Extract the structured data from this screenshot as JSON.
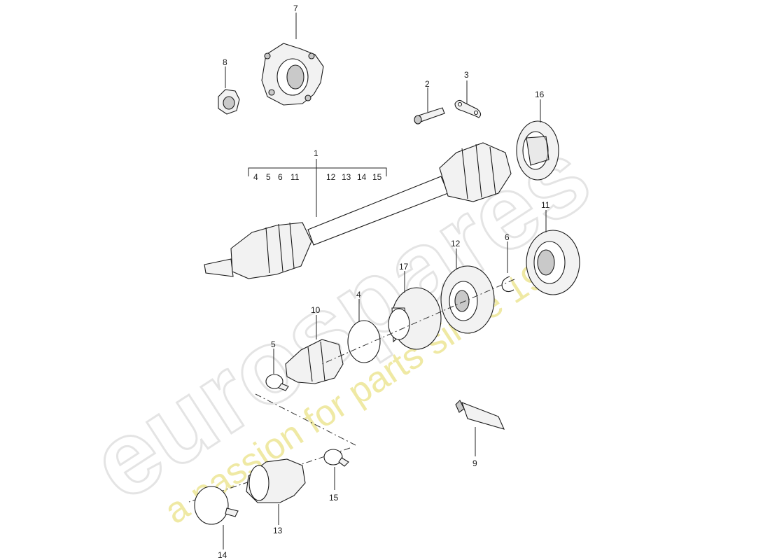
{
  "watermark": {
    "brand": "eurospares",
    "tagline": "a passion for parts since 1985"
  },
  "callouts": {
    "c1": "1",
    "c2": "2",
    "c3": "3",
    "c4": "4",
    "c5": "5",
    "c6": "6",
    "c7": "7",
    "c8": "8",
    "c9": "9",
    "c10": "10",
    "c11": "11",
    "c12": "12",
    "c13": "13",
    "c14": "14",
    "c15": "15",
    "c16": "16",
    "c17": "17"
  },
  "assembly_bracket": {
    "left_group": [
      "4",
      "5",
      "6",
      "11"
    ],
    "right_group": [
      "12",
      "13",
      "14",
      "15"
    ]
  }
}
